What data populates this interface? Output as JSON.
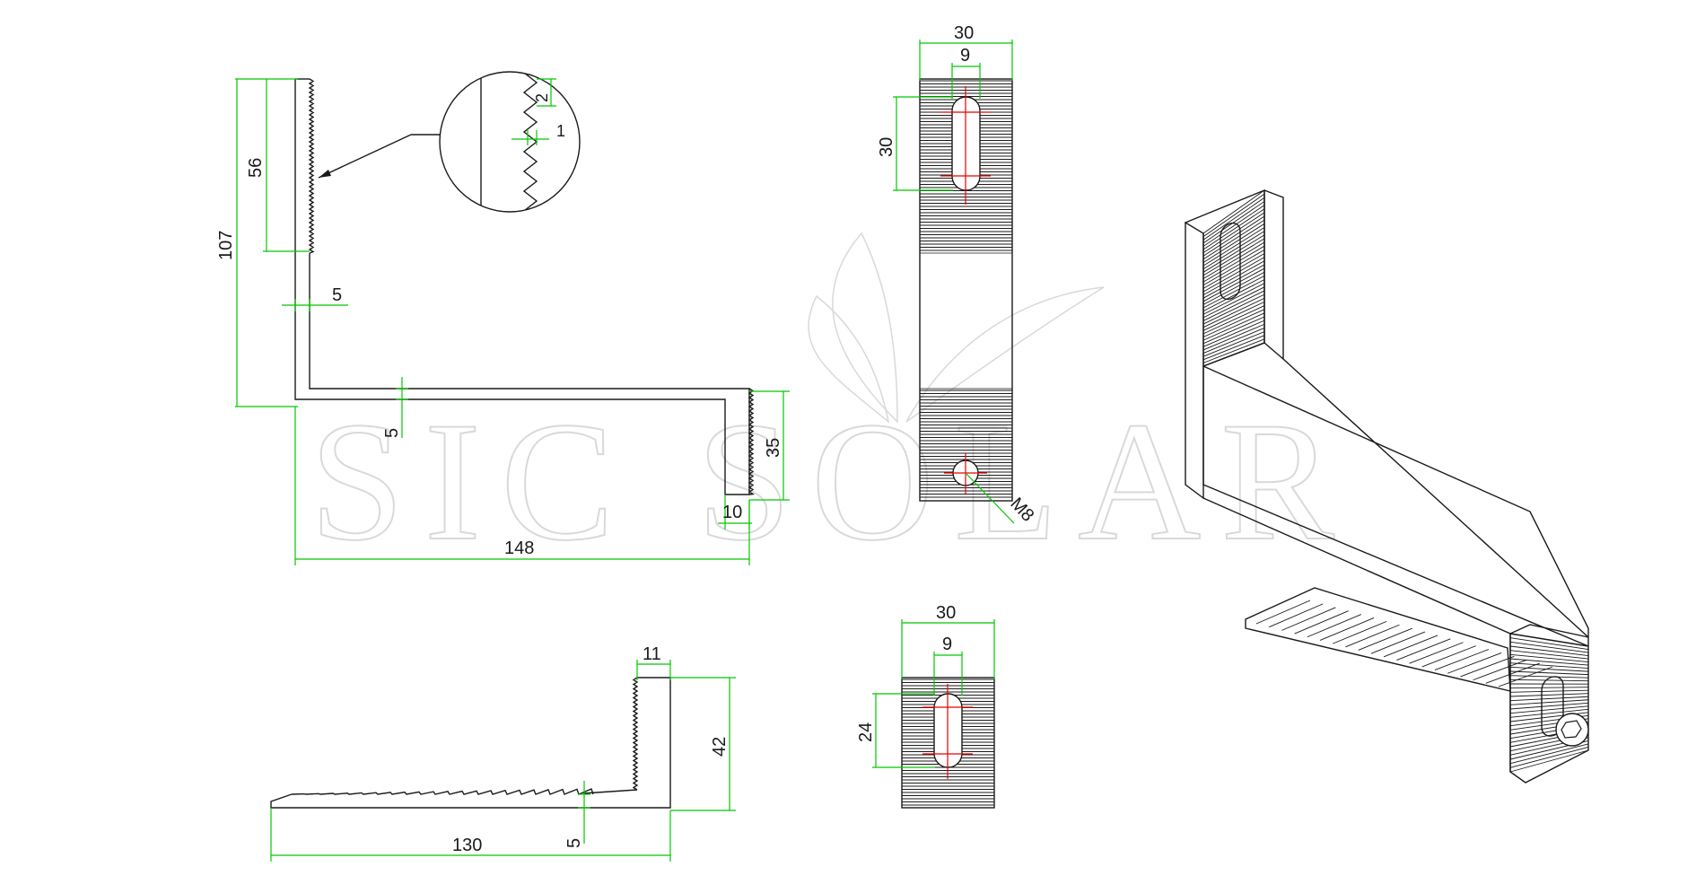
{
  "colors": {
    "ink": "#1a1a1a",
    "dimension": "#00c800",
    "centerline": "#e60000",
    "watermark": "#d9d9d9"
  },
  "watermark": {
    "text": "SIC SOLAR"
  },
  "side_view_upper": {
    "dims": {
      "total_height": "107",
      "serrated_height": "56",
      "thickness_vertical": "5",
      "thickness_horizontal": "5",
      "lip_height": "35",
      "lip_width": "10",
      "total_length": "148"
    },
    "detail": {
      "tooth_pitch": "2",
      "tooth_depth": "1"
    }
  },
  "side_view_lower": {
    "dims": {
      "top_width": "11",
      "height": "42",
      "thickness": "5",
      "length": "130"
    }
  },
  "front_view_upper": {
    "dims": {
      "width": "30",
      "slot_width": "9",
      "slot_length": "30",
      "hole": "M8"
    }
  },
  "front_view_lower": {
    "dims": {
      "width": "30",
      "slot_width": "9",
      "slot_length": "24"
    }
  }
}
